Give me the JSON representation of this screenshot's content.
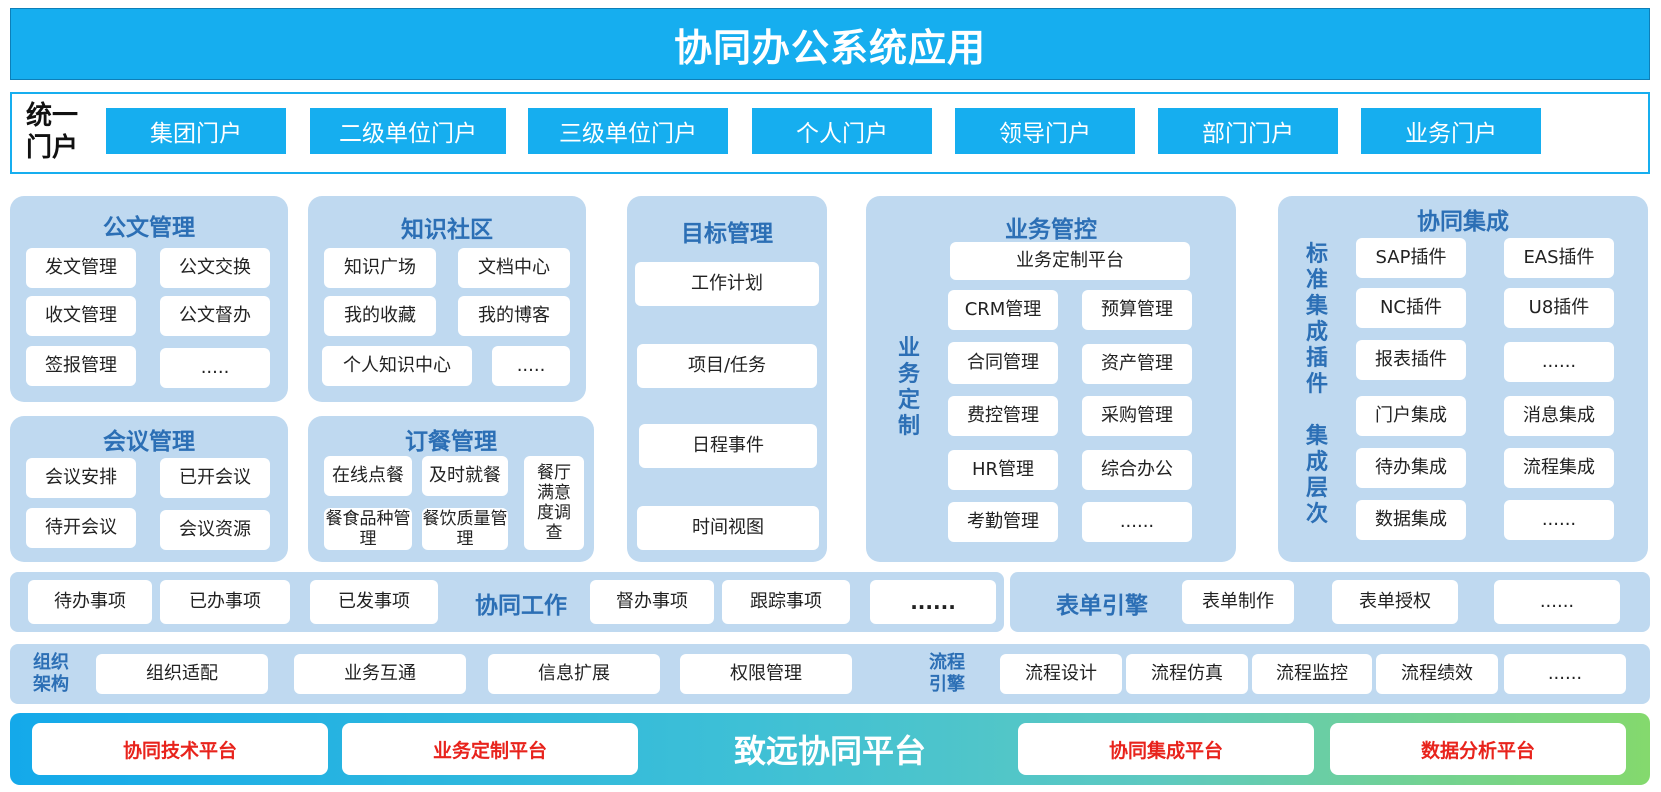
{
  "title": "协同办公系统应用",
  "portal": {
    "label": "统一\n门户",
    "items": [
      "集团门户",
      "二级单位门户",
      "三级单位门户",
      "个人门户",
      "领导门户",
      "部门门户",
      "业务门户"
    ]
  },
  "doc_mgmt": {
    "title": "公文管理",
    "items": [
      "发文管理",
      "公文交换",
      "收文管理",
      "公文督办",
      "签报管理",
      "....."
    ]
  },
  "knowledge": {
    "title": "知识社区",
    "items": [
      "知识广场",
      "文档中心",
      "我的收藏",
      "我的博客",
      "个人知识中心",
      "....."
    ]
  },
  "goal": {
    "title": "目标管理",
    "items": [
      "工作计划",
      "项目/任务",
      "日程事件",
      "时间视图"
    ]
  },
  "biz_ctrl": {
    "title": "业务管控",
    "side": "业务定制",
    "top": "业务定制平台",
    "items": [
      "CRM管理",
      "预算管理",
      "合同管理",
      "资产管理",
      "费控管理",
      "采购管理",
      "HR管理",
      "综合办公",
      "考勤管理",
      "......"
    ]
  },
  "collab_int": {
    "title": "协同集成",
    "side1": "标准集成插件",
    "side2": "集成层次",
    "items": [
      "SAP插件",
      "EAS插件",
      "NC插件",
      "U8插件",
      "报表插件",
      "......",
      "门户集成",
      "消息集成",
      "待办集成",
      "流程集成",
      "数据集成",
      "......"
    ]
  },
  "meeting": {
    "title": "会议管理",
    "items": [
      "会议安排",
      "已开会议",
      "待开会议",
      "会议资源"
    ]
  },
  "catering": {
    "title": "订餐管理",
    "items": [
      "在线点餐",
      "及时就餐",
      "餐食品种管理",
      "餐饮质量管理",
      "餐厅满意度调查"
    ]
  },
  "cowork": {
    "title": "协同工作",
    "items": [
      "待办事项",
      "已办事项",
      "已发事项",
      "督办事项",
      "跟踪事项",
      "......"
    ]
  },
  "form": {
    "title": "表单引擎",
    "items": [
      "表单制作",
      "表单授权",
      "......"
    ]
  },
  "org": {
    "title": "组织架构",
    "items": [
      "组织适配",
      "业务互通",
      "信息扩展",
      "权限管理"
    ]
  },
  "flow": {
    "title": "流程引擎",
    "items": [
      "流程设计",
      "流程仿真",
      "流程监控",
      "流程绩效",
      "......"
    ]
  },
  "platform": {
    "title": "致远协同平台",
    "items": [
      "协同技术平台",
      "业务定制平台",
      "协同集成平台",
      "数据分析平台"
    ]
  }
}
